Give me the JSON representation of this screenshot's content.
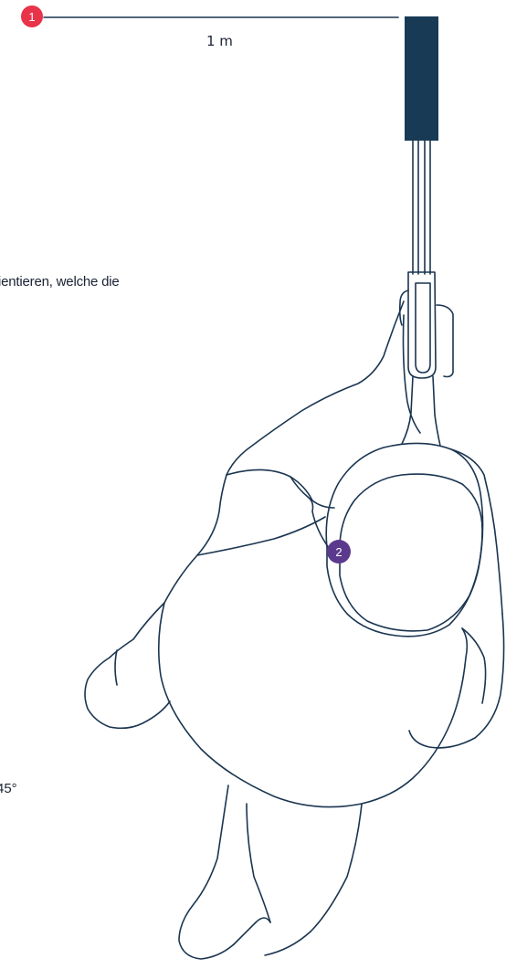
{
  "colors": {
    "line": "#1a3550",
    "device": "#183a55",
    "marker_one": "#e8334a",
    "marker_two": "#5b3a8e"
  },
  "markers": {
    "one": "1",
    "two": "2"
  },
  "labels": {
    "distance": "1 m",
    "instruction_fragment": "ientieren, welche die",
    "angle_fragment": "45°"
  }
}
